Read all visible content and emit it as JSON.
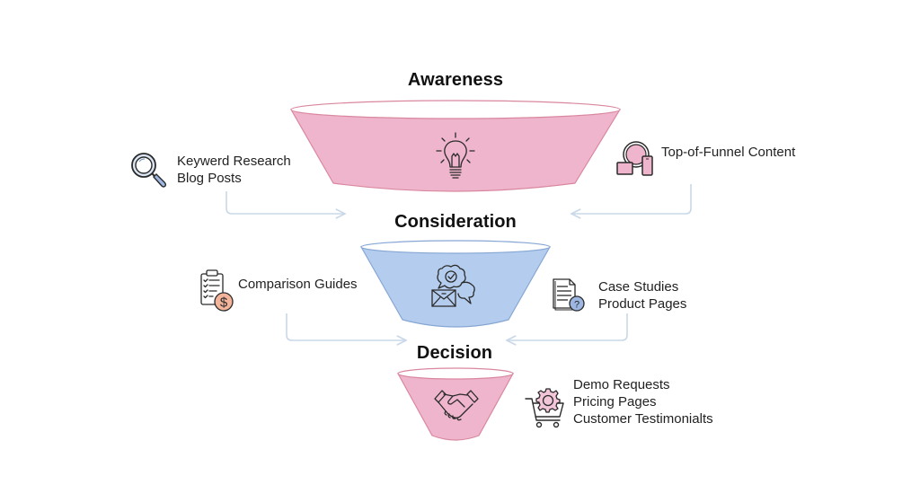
{
  "diagram": {
    "type": "marketing-funnel",
    "colors": {
      "awareness_fill": "#efb5cc",
      "awareness_stroke": "#d9879f",
      "consideration_fill": "#b4cdee",
      "consideration_stroke": "#86a6d4",
      "decision_fill": "#efb5cc",
      "decision_stroke": "#d9879f",
      "connector": "#c9d8e8",
      "icon_stroke": "#2a2a2a"
    },
    "stages": [
      {
        "id": "awareness",
        "title": "Awareness",
        "center_icon": "lightbulb-icon",
        "left": {
          "icon": "magnifier-icon",
          "items": [
            "Keywerd Research",
            "Blog Posts"
          ]
        },
        "right": {
          "icon": "devices-icon",
          "items": [
            "Top-of-Funnel Content"
          ]
        }
      },
      {
        "id": "consideration",
        "title": "Consideration",
        "center_icon": "chat-envelope-icon",
        "left": {
          "icon": "checklist-dollar-icon",
          "items": [
            "Comparison Guides"
          ]
        },
        "right": {
          "icon": "document-question-icon",
          "items": [
            "Case Studies",
            "Product Pages"
          ]
        }
      },
      {
        "id": "decision",
        "title": "Decision",
        "center_icon": "handshake-icon",
        "right": {
          "icon": "cart-gear-icon",
          "items": [
            "Demo Requests",
            "Pricing Pages",
            "Customer Testimonialts"
          ]
        }
      }
    ]
  }
}
